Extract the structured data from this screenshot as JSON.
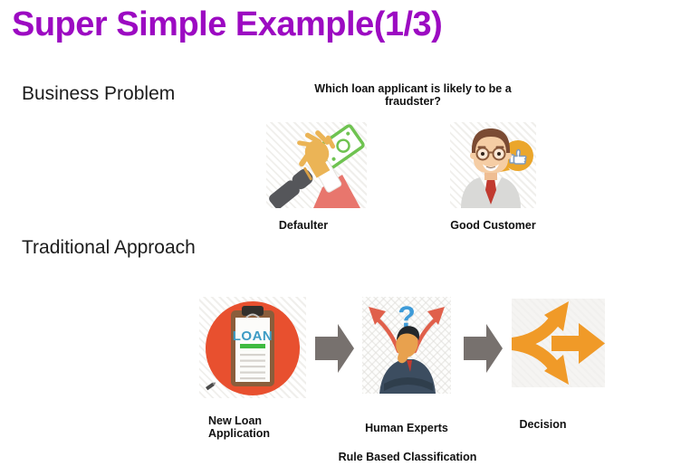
{
  "slide": {
    "title": "Super Simple Example(1/3)"
  },
  "business": {
    "label": "Business Problem",
    "question": "Which loan applicant is likely to be a fraudster?",
    "options": [
      {
        "label": "Defaulter",
        "icon": "hand-grabbing-money-icon"
      },
      {
        "label": "Good Customer",
        "icon": "man-thumbs-up-icon"
      }
    ]
  },
  "approach": {
    "label": "Traditional Approach",
    "steps": [
      {
        "label": "New Loan Application",
        "icon": "loan-clipboard-icon"
      },
      {
        "label": "Human Experts",
        "icon": "thinking-expert-icon"
      },
      {
        "label": "Decision",
        "icon": "branching-arrows-icon"
      }
    ],
    "connector_icon": "right-block-arrow-icon",
    "caption": "Rule Based Classification",
    "loan_clipboard_text": "LOAN"
  },
  "colors": {
    "title-purple": "#9C0AC2",
    "text-black": "#1C1C1C",
    "flow-arrow-gray": "#77716E",
    "decision-orange": "#F09A28",
    "loan-circle-red": "#E8502F",
    "loan-text-blue": "#3D9BC4",
    "loan-bar-green": "#3FBA41",
    "bill-green": "#6FC351",
    "hand-tan": "#EBB456",
    "sleeve-red": "#E8766D",
    "grab-gray": "#55565A",
    "bubble-yellow": "#EBA62B",
    "tie-red": "#C13A30",
    "suit-gray": "#D9D9D7",
    "skin-tan": "#F5CDA4",
    "hair-brown": "#7B4B33",
    "question-blue": "#3E9BD8",
    "expert-arrow-red": "#E0604B",
    "expert-suit-navy": "#3C4D60"
  }
}
